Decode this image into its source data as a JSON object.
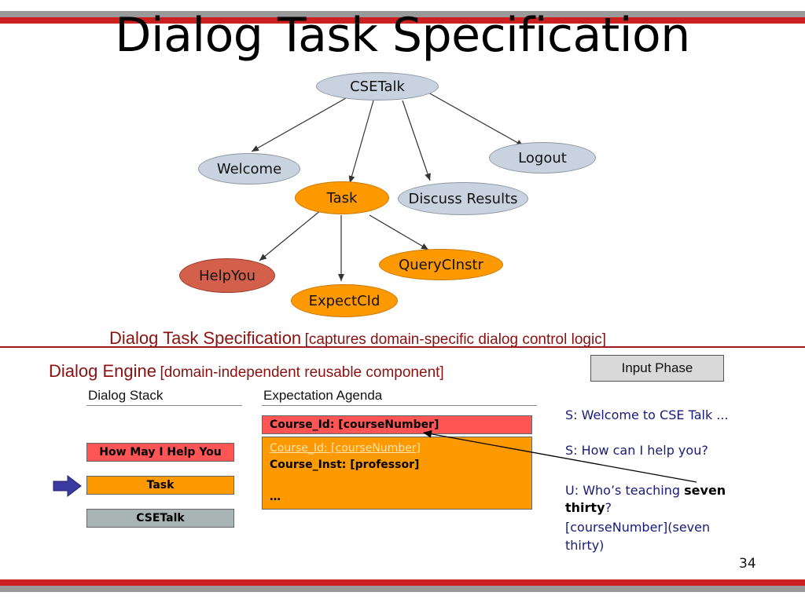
{
  "slide": {
    "title": "Dialog Task Specification",
    "page_number": "34"
  },
  "tree": {
    "nodes": {
      "root": "CSETalk",
      "welcome": "Welcome",
      "task": "Task",
      "discuss": "Discuss Results",
      "logout": "Logout",
      "helpyou": "HelpYou",
      "expectcid": "ExpectCId",
      "querycinstr": "QueryCInstr"
    },
    "caption_main": "Dialog Task Specification",
    "caption_sub": "[captures domain-specific dialog control logic]"
  },
  "engine": {
    "caption_main": "Dialog Engine",
    "caption_sub": "[domain-independent reusable component]",
    "input_phase_label": "Input Phase",
    "stack_header": "Dialog Stack",
    "agenda_header": "Expectation Agenda",
    "stack": [
      "How May I Help You",
      "Task",
      "CSETalk"
    ],
    "agenda": {
      "top_item": "Course_Id: [courseNumber]",
      "faded_item": "Course_Id: [courseNumber]",
      "second_item": "Course_Inst: [professor]",
      "ellipsis": "…"
    }
  },
  "conversation": {
    "line1": "S: Welcome to CSE Talk ...",
    "line2": "S: How can I help you?",
    "user_prefix": "U: Who’s teaching ",
    "user_bold": "seven thirty",
    "user_suffix": "?",
    "binding_a": "[courseNumber](seven",
    "binding_b": "thirty)"
  },
  "colors": {
    "accent_red": "#cc1f1f",
    "orange": "#ff9900",
    "node_gray": "#c9d3df",
    "stack_red": "#ff5555",
    "stack_gray": "#a9b4b4",
    "caption_red": "#8b1010"
  }
}
